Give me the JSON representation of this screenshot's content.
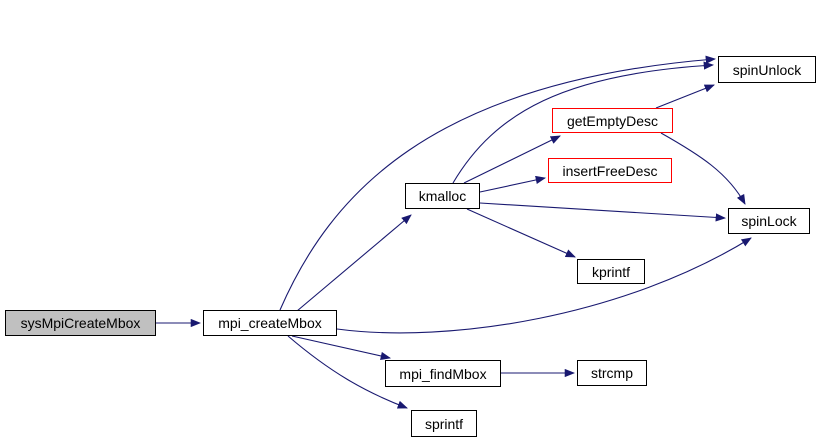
{
  "diagram": {
    "kind": "function-call-graph",
    "colors": {
      "background": "#ffffff",
      "edge": "#191970",
      "node_fill": "#ffffff",
      "node_border": "#000000",
      "root_node_fill": "#c0c0c0",
      "truncated_node_border": "#ff0000",
      "text": "#000000"
    },
    "nodes": [
      {
        "label": "sysMpiCreateMbox",
        "role": "root",
        "highlighted": true
      },
      {
        "label": "mpi_createMbox"
      },
      {
        "label": "kmalloc"
      },
      {
        "label": "getEmptyDesc",
        "truncated": true
      },
      {
        "label": "insertFreeDesc",
        "truncated": true
      },
      {
        "label": "spinUnlock"
      },
      {
        "label": "spinLock"
      },
      {
        "label": "kprintf"
      },
      {
        "label": "mpi_findMbox"
      },
      {
        "label": "strcmp"
      },
      {
        "label": "sprintf"
      }
    ],
    "edges": [
      {
        "from": "sysMpiCreateMbox",
        "to": "mpi_createMbox"
      },
      {
        "from": "mpi_createMbox",
        "to": "spinUnlock"
      },
      {
        "from": "mpi_createMbox",
        "to": "kmalloc"
      },
      {
        "from": "mpi_createMbox",
        "to": "spinLock"
      },
      {
        "from": "mpi_createMbox",
        "to": "mpi_findMbox"
      },
      {
        "from": "mpi_createMbox",
        "to": "sprintf"
      },
      {
        "from": "kmalloc",
        "to": "spinUnlock"
      },
      {
        "from": "kmalloc",
        "to": "getEmptyDesc"
      },
      {
        "from": "kmalloc",
        "to": "insertFreeDesc"
      },
      {
        "from": "kmalloc",
        "to": "spinLock"
      },
      {
        "from": "kmalloc",
        "to": "kprintf"
      },
      {
        "from": "getEmptyDesc",
        "to": "spinUnlock"
      },
      {
        "from": "getEmptyDesc",
        "to": "spinLock"
      },
      {
        "from": "mpi_findMbox",
        "to": "strcmp"
      }
    ]
  }
}
